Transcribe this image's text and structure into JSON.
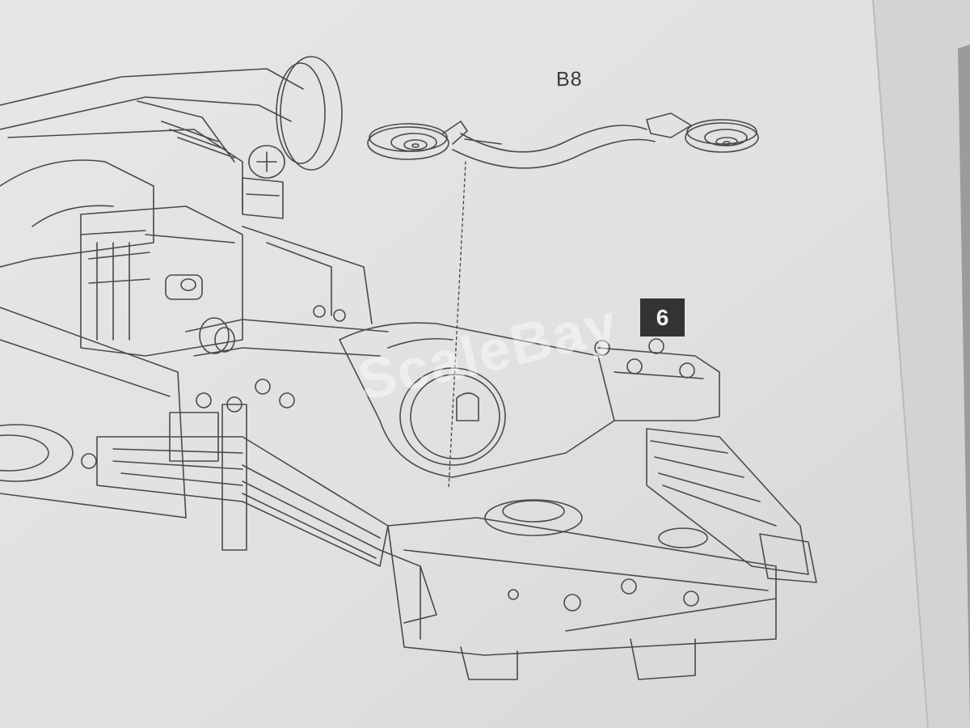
{
  "instruction_page": {
    "part_label": "B8",
    "step_number": "6",
    "watermark_text": "ScaleBay"
  },
  "colors": {
    "paper": "#e4e5e4",
    "line_art": "#4a4a4a",
    "step_badge": "#333333"
  }
}
